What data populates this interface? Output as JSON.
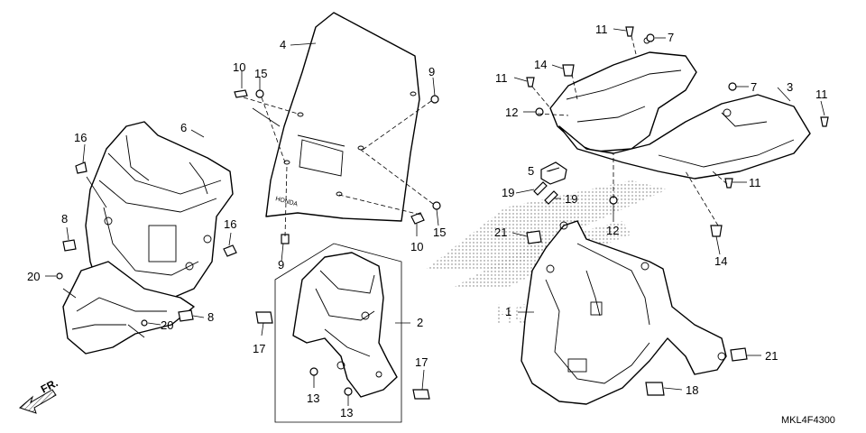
{
  "diagram": {
    "drawing_code": "MKL4F4300",
    "direction_label": "FR.",
    "watermark": "HONDA",
    "callouts": {
      "c1": "1",
      "c2": "2",
      "c3": "3",
      "c4": "4",
      "c5": "5",
      "c6": "6",
      "c7a": "7",
      "c7b": "7",
      "c8a": "8",
      "c8b": "8",
      "c9a": "9",
      "c9b": "9",
      "c10a": "10",
      "c10b": "10",
      "c11a": "11",
      "c11b": "11",
      "c11c": "11",
      "c11d": "11",
      "c12a": "12",
      "c12b": "12",
      "c13a": "13",
      "c13b": "13",
      "c14a": "14",
      "c14b": "14",
      "c15a": "15",
      "c15b": "15",
      "c16a": "16",
      "c16b": "16",
      "c17a": "17",
      "c17b": "17",
      "c18": "18",
      "c19a": "19",
      "c19b": "19",
      "c20a": "20",
      "c20b": "20",
      "c21a": "21",
      "c21b": "21"
    }
  }
}
